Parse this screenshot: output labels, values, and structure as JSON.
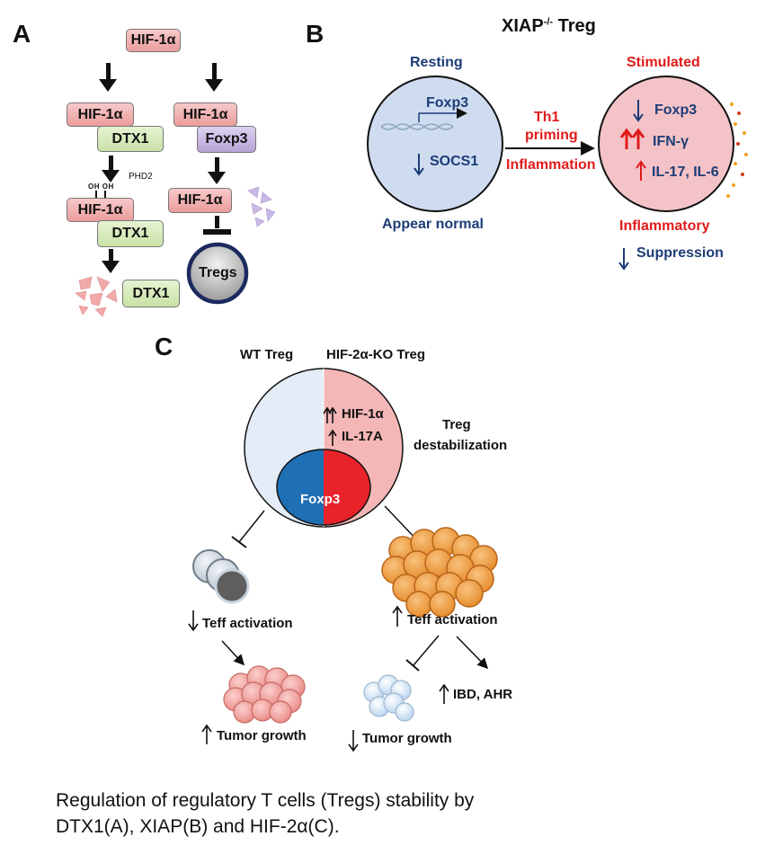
{
  "panel_a": {
    "letter": "A",
    "top_hif": "HIF-1α",
    "left_hif1": "HIF-1α",
    "left_dtx1": "DTX1",
    "phd2": "PHD2",
    "oh_labels": "OH OH",
    "left_hif2": "HIF-1α",
    "left_dtx2": "DTX1",
    "left_dtx3": "DTX1",
    "right_hif1": "HIF-1α",
    "right_foxp3": "Foxp3",
    "right_hif2": "HIF-1α",
    "tregs": "Tregs"
  },
  "panel_b": {
    "letter": "B",
    "title_main": "XIAP",
    "title_sup": "-/-",
    "title_suffix": " Treg",
    "resting": "Resting",
    "foxp3": "Foxp3",
    "socs1": "SOCS1",
    "appear_normal": "Appear normal",
    "th1": "Th1",
    "priming": "priming",
    "inflammation": "Inflammation",
    "stimulated": "Stimulated",
    "stim_foxp3": "Foxp3",
    "ifn": "IFN-γ",
    "il17": "IL-17, IL-6",
    "inflammatory": "Inflammatory",
    "suppression": "Suppression"
  },
  "panel_c": {
    "letter": "C",
    "wt_treg": "WT Treg",
    "ko_treg": "HIF-2α-KO Treg",
    "hif1a": "HIF-1α",
    "il17a": "IL-17A",
    "treg": "Treg",
    "destabilization": "destabilization",
    "foxp3": "Foxp3",
    "teff_left": "Teff activation",
    "teff_right": "Teff activation",
    "tumor_left": "Tumor growth",
    "tumor_right": "Tumor growth",
    "ibd": "IBD, AHR"
  },
  "caption": {
    "line1": "Regulation of regulatory T cells (Tregs) stability by",
    "line2": "DTX1(A), XIAP(B) and HIF-2α(C)."
  },
  "colors": {
    "hif_pink": "#eb9c9c",
    "dtx_green": "#c9e2a6",
    "foxp3_purple": "#b8a3d8",
    "navy": "#1d3c78",
    "red": "#e01b1b",
    "resting_cell": "#cfdcf0",
    "stimulated_cell": "#f4c3c8",
    "foxp3_blue": "#1f6fb5",
    "foxp3_red": "#e8232a",
    "teff_orange": "#ee9a3a"
  }
}
